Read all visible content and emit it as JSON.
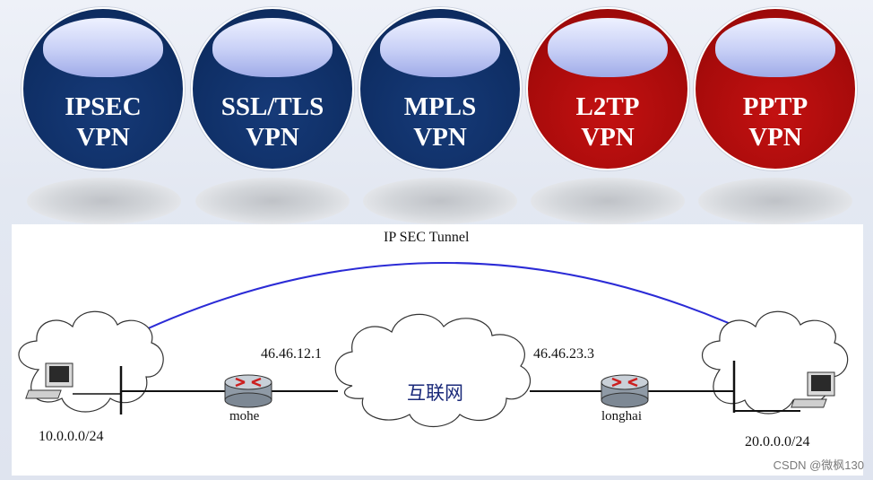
{
  "vpn_types": [
    {
      "line1": "IPSEC",
      "line2": "VPN",
      "color": "#0f2f66"
    },
    {
      "line1": "SSL/TLS",
      "line2": "VPN",
      "color": "#0f2f66"
    },
    {
      "line1": "MPLS",
      "line2": "VPN",
      "color": "#0f2f66"
    },
    {
      "line1": "L2TP",
      "line2": "VPN",
      "color": "#a80b0b"
    },
    {
      "line1": "PPTP",
      "line2": "VPN",
      "color": "#a80b0b"
    }
  ],
  "diagram": {
    "tunnel_label": "IP SEC Tunnel",
    "router_left": {
      "name": "mohe",
      "ip": "46.46.12.1"
    },
    "router_right": {
      "name": "longhai",
      "ip": "46.46.23.3"
    },
    "internet_label": "互联网",
    "network_left": "10.0.0.0/24",
    "network_right": "20.0.0.0/24"
  },
  "watermark": "CSDN @微枫130",
  "colors": {
    "tunnel": "#2b2bd6",
    "link": "#111111"
  },
  "icons": [
    "computer-icon",
    "router-icon",
    "cloud-icon"
  ]
}
